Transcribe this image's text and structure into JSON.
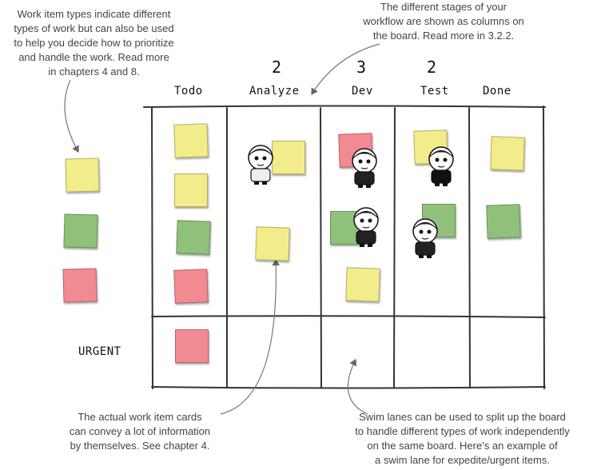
{
  "notes": {
    "types": [
      "Work item types indicate different",
      "types of work but can also be used",
      "to help you decide how to prioritize",
      "and handle the work. Read more",
      "in chapters 4 and 8."
    ],
    "stages": [
      "The different stages of your",
      "workflow are shown as columns on",
      "the board. Read more in 3.2.2."
    ],
    "cards": [
      "The actual work item cards",
      "can convey a lot of information",
      "by themselves. See chapter 4."
    ],
    "swimlanes": [
      "Swim lanes can be used to split up the board",
      "to handle different types of work independently",
      "on the same board. Here’s an example of",
      "a swim lane for expedite/urgent items."
    ]
  },
  "columns": [
    {
      "name": "Todo",
      "wip": ""
    },
    {
      "name": "Analyze",
      "wip": "2"
    },
    {
      "name": "Dev",
      "wip": "3"
    },
    {
      "name": "Test",
      "wip": "2"
    },
    {
      "name": "Done",
      "wip": ""
    }
  ],
  "urgent_label": "URGENT",
  "colors": {
    "yellow": "#f2ec8a",
    "green": "#8fc17a",
    "red": "#f28a92",
    "line": "#333333"
  },
  "legend_cards": [
    "yellow",
    "green",
    "red"
  ],
  "board_cards": [
    {
      "lane": "normal",
      "column": "Todo",
      "color": "yellow"
    },
    {
      "lane": "normal",
      "column": "Todo",
      "color": "yellow"
    },
    {
      "lane": "normal",
      "column": "Todo",
      "color": "green"
    },
    {
      "lane": "normal",
      "column": "Todo",
      "color": "red"
    },
    {
      "lane": "normal",
      "column": "Analyze",
      "color": "yellow",
      "person": "woman-with-glasses"
    },
    {
      "lane": "normal",
      "column": "Analyze",
      "color": "yellow"
    },
    {
      "lane": "normal",
      "column": "Dev",
      "color": "red",
      "person": "dark-haired-boy"
    },
    {
      "lane": "normal",
      "column": "Dev",
      "color": "green",
      "person": "emo-girl"
    },
    {
      "lane": "normal",
      "column": "Dev",
      "color": "yellow"
    },
    {
      "lane": "normal",
      "column": "Test",
      "color": "yellow",
      "person": "man-in-suit"
    },
    {
      "lane": "normal",
      "column": "Test",
      "color": "green",
      "person": "man-with-glasses"
    },
    {
      "lane": "normal",
      "column": "Done",
      "color": "yellow"
    },
    {
      "lane": "normal",
      "column": "Done",
      "color": "green"
    },
    {
      "lane": "urgent",
      "column": "Todo",
      "color": "red"
    }
  ]
}
